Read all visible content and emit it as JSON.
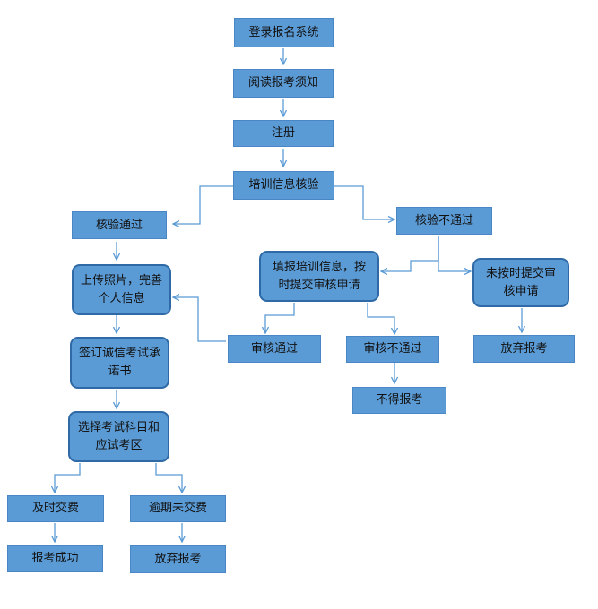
{
  "colors": {
    "box_fill": "#5b9bd5",
    "box_border": "#2f6aa7",
    "arrow": "#5b9bd5",
    "text": "#111111"
  },
  "nodes": {
    "login": "登录报名系统",
    "read_notice": "阅读报考须知",
    "register": "注册",
    "verify_training": "培训信息核验",
    "verify_pass": "核验通过",
    "verify_fail": "核验不通过",
    "fill_training": "填报培训信息，按时提交审核申请",
    "no_submit": "未按时提交审核申请",
    "upload_photo": "上传照片，完善个人信息",
    "review_pass": "审核通过",
    "review_fail": "审核不通过",
    "give_up_1": "放弃报考",
    "sign_pledge": "签订诚信考试承诺书",
    "no_exam": "不得报考",
    "choose_subject": "选择考试科目和应试考区",
    "pay_on_time": "及时交费",
    "overdue": "逾期未交费",
    "success": "报考成功",
    "give_up_2": "放弃报考"
  }
}
